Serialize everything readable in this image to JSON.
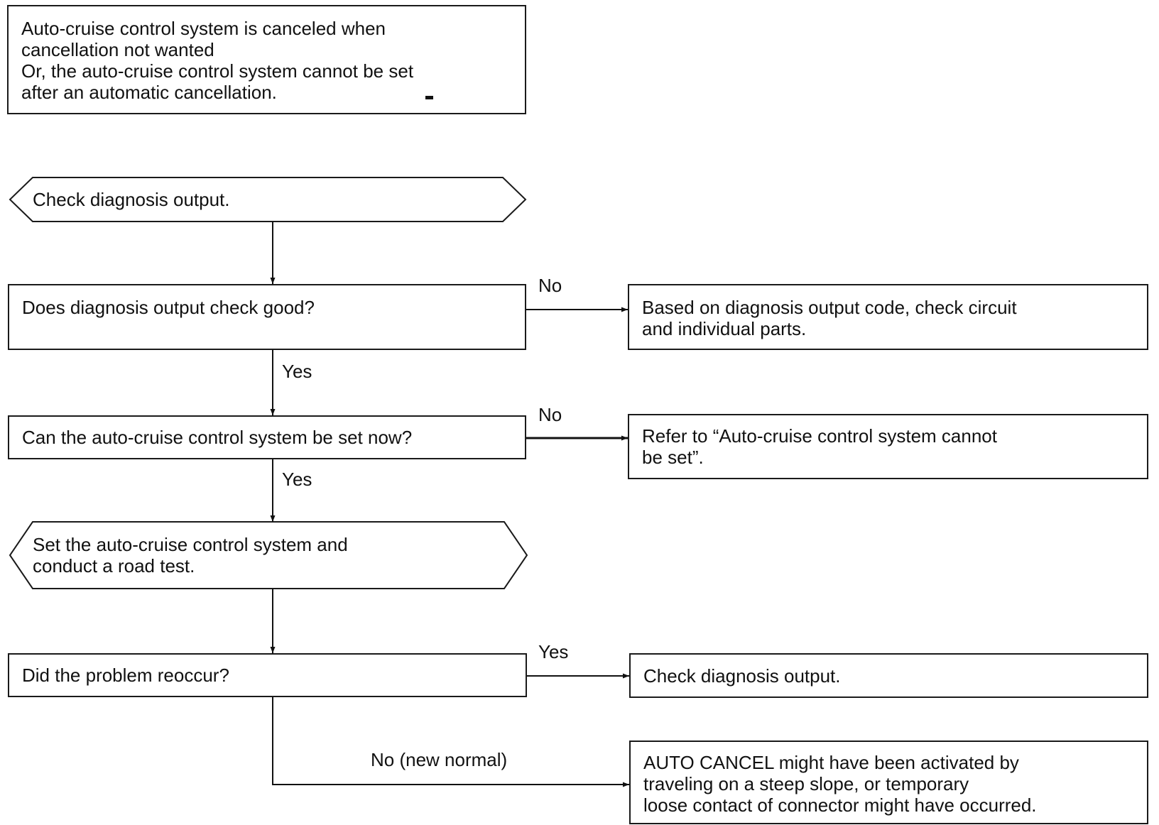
{
  "diagram": {
    "header_note": "Auto-cruise control system is canceled when\ncancellation not wanted\nOr, the auto-cruise control system cannot be set\nafter an automatic cancellation.",
    "steps": {
      "check_diagnosis": "Check diagnosis output.",
      "diagnosis_good": "Does diagnosis output check good?",
      "can_set_now": "Can the auto-cruise control system be set now?",
      "set_and_road_test": "Set the auto-cruise control system and\nconduct a road test.",
      "problem_reoccur": "Did the problem reoccur?"
    },
    "results": {
      "check_circuit": "Based on diagnosis output code, check circuit\nand individual parts.",
      "refer_cannot_set": "Refer to “Auto-cruise control system cannot\nbe set”.",
      "check_diagnosis_again": "Check diagnosis output.",
      "auto_cancel_note": "AUTO CANCEL might have been activated by\ntraveling on a steep slope, or temporary\nloose contact of connector might have occurred."
    },
    "edge_labels": {
      "no_1": "No",
      "yes_1": "Yes",
      "no_2": "No",
      "yes_2": "Yes",
      "yes_3": "Yes",
      "no_new_normal": "No (new normal)"
    }
  }
}
